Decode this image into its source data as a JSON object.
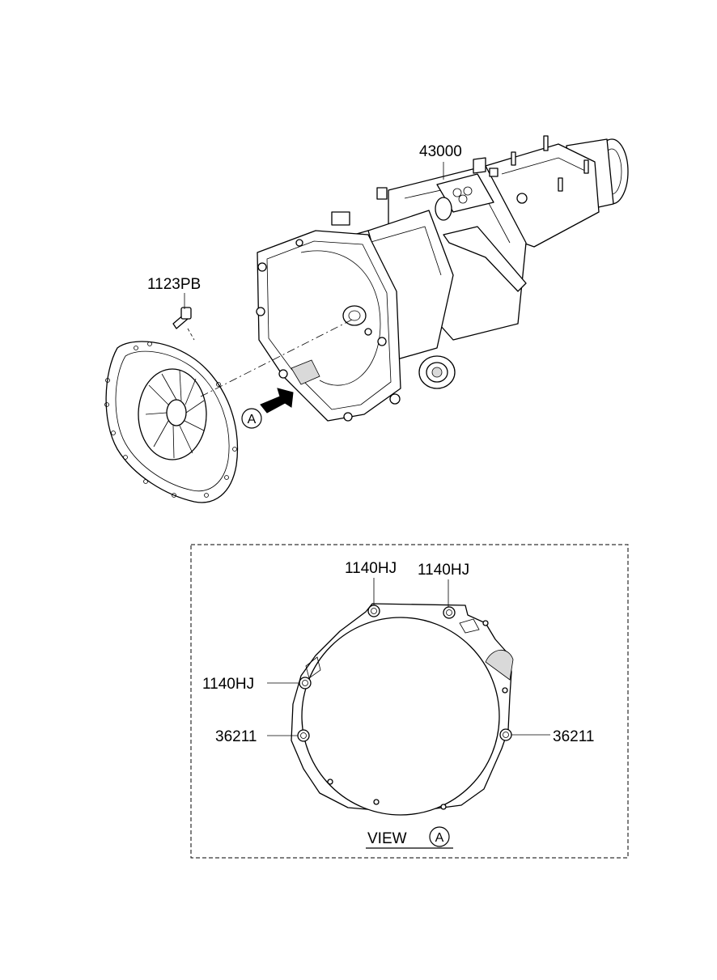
{
  "labels": {
    "transmission": "43000",
    "bolt_top": "1123PB",
    "hole_top_left": "1140HJ",
    "hole_top_right": "1140HJ",
    "hole_left": "1140HJ",
    "pin_left": "36211",
    "pin_right": "36211"
  },
  "view": {
    "word": "VIEW",
    "letter": "A"
  },
  "callout_letter": "A"
}
